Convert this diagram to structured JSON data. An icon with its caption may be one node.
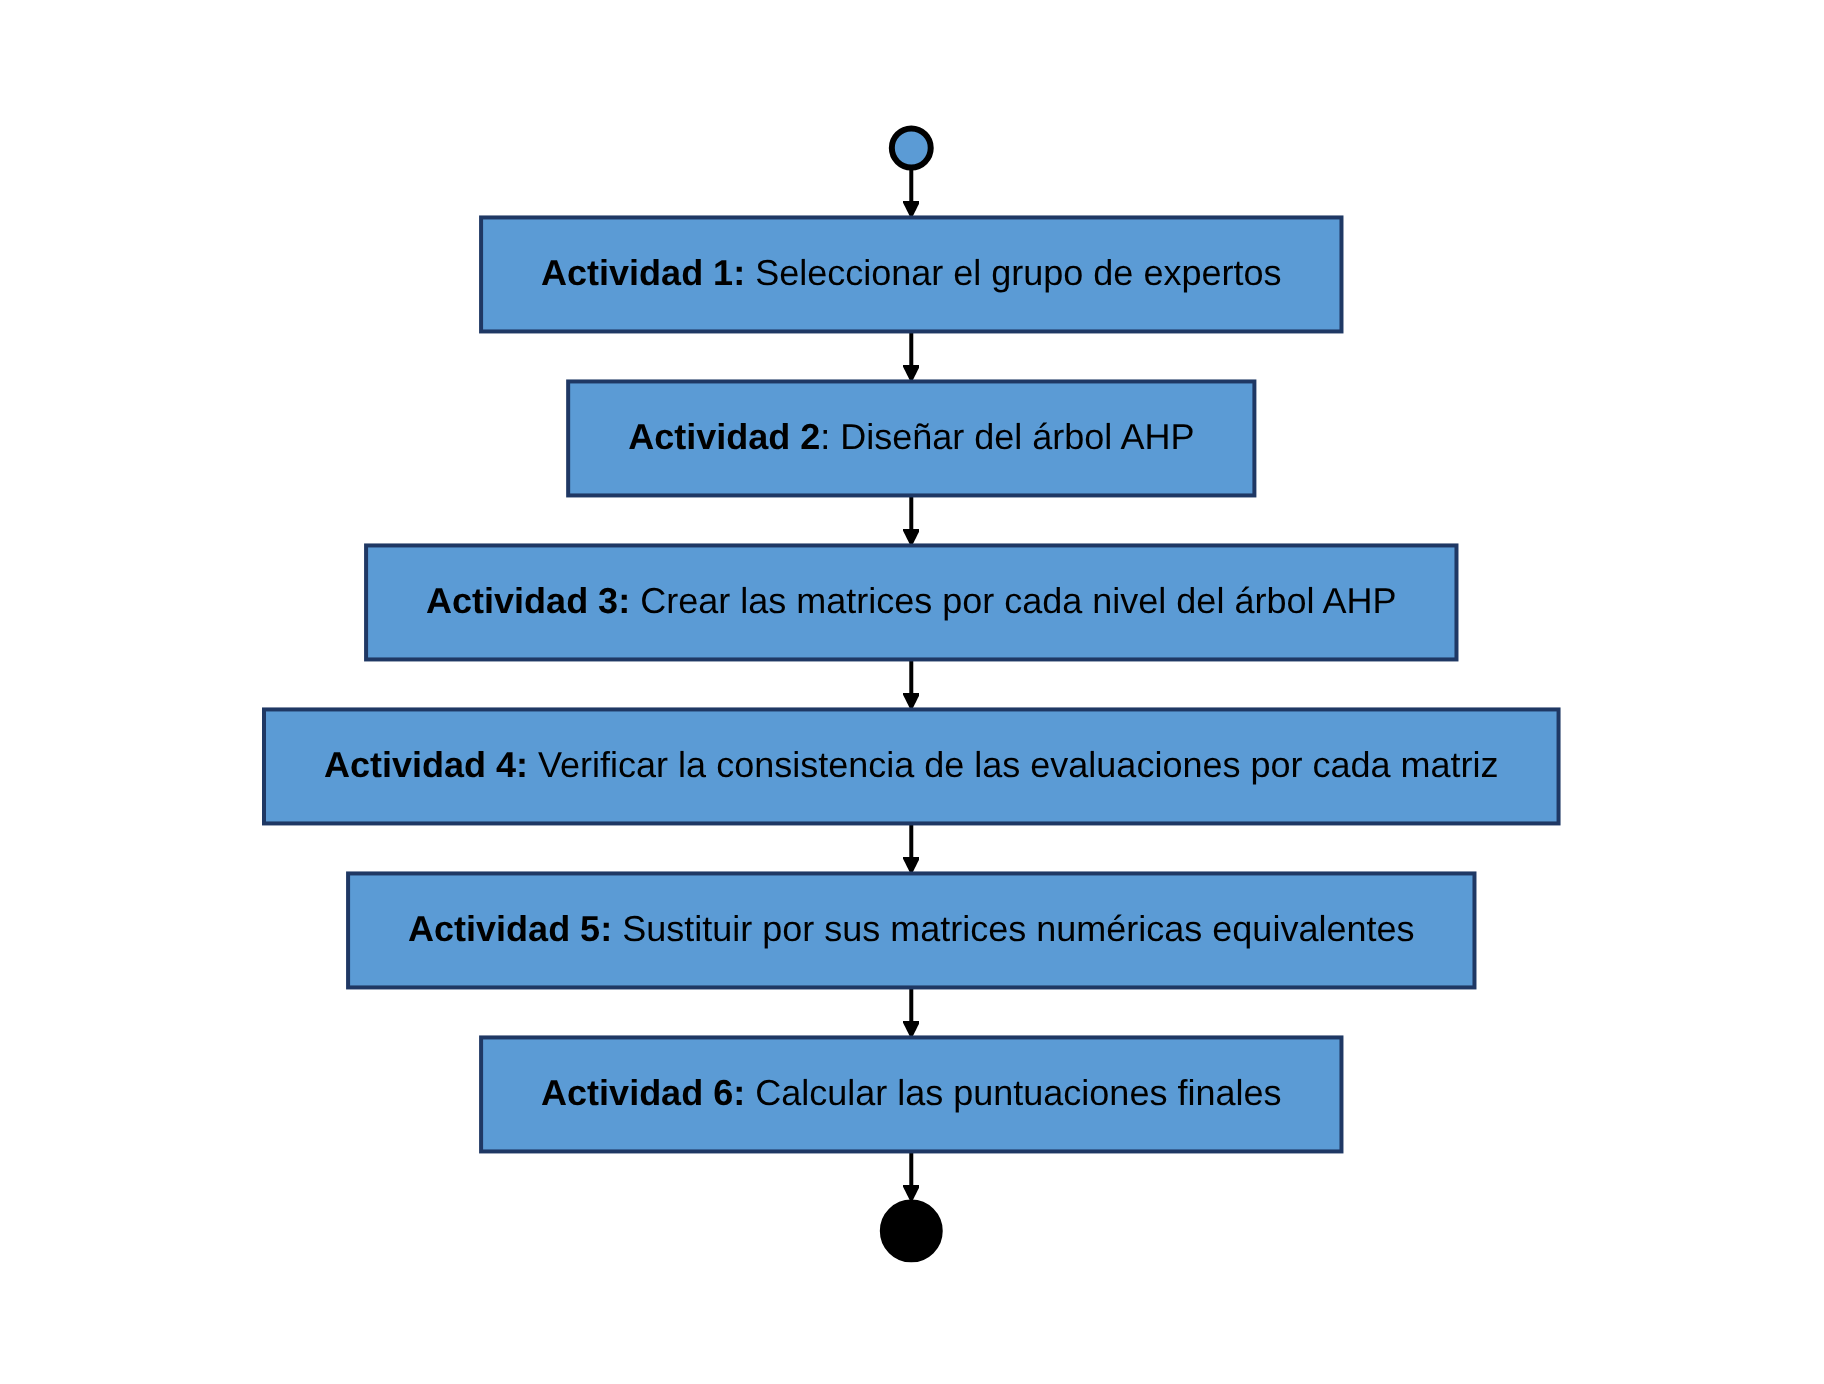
{
  "diagram": {
    "nodes": [
      {
        "text": [],
        "shape": "circle"
      },
      {
        "text": [
          "**Actividad 1:** Seleccionar el grupo de expertos"
        ]
      },
      {
        "text": [
          "**Actividad 2**: Diseñar del árbol AHP"
        ]
      },
      {
        "text": [
          "**Actividad 3:** Crear las matrices por cada nivel del árbol AHP"
        ]
      },
      {
        "text": [
          "**Actividad 4:** Verificar la consistencia de las evaluaciones por cada matriz"
        ]
      },
      {
        "text": [
          "**Actividad 5:** Sustituir por sus matrices numéricas equivalentes"
        ]
      },
      {
        "text": [
          "**Actividad 6:** Calcular las puntuaciones finales"
        ]
      },
      {
        "text": [],
        "shape": "circle"
      }
    ],
    "edges": [
      {
        "from": 0,
        "to": 1,
        "arrow": "to"
      },
      {
        "from": 1,
        "to": 2,
        "arrow": "to"
      },
      {
        "from": 2,
        "to": 3,
        "arrow": "to"
      },
      {
        "from": 3,
        "to": 4,
        "arrow": "to"
      },
      {
        "from": 4,
        "to": 5,
        "arrow": "to"
      },
      {
        "from": 5,
        "to": 6,
        "arrow": "to"
      },
      {
        "from": 6,
        "to": 7,
        "arrow": "to"
      }
    ]
  }
}
